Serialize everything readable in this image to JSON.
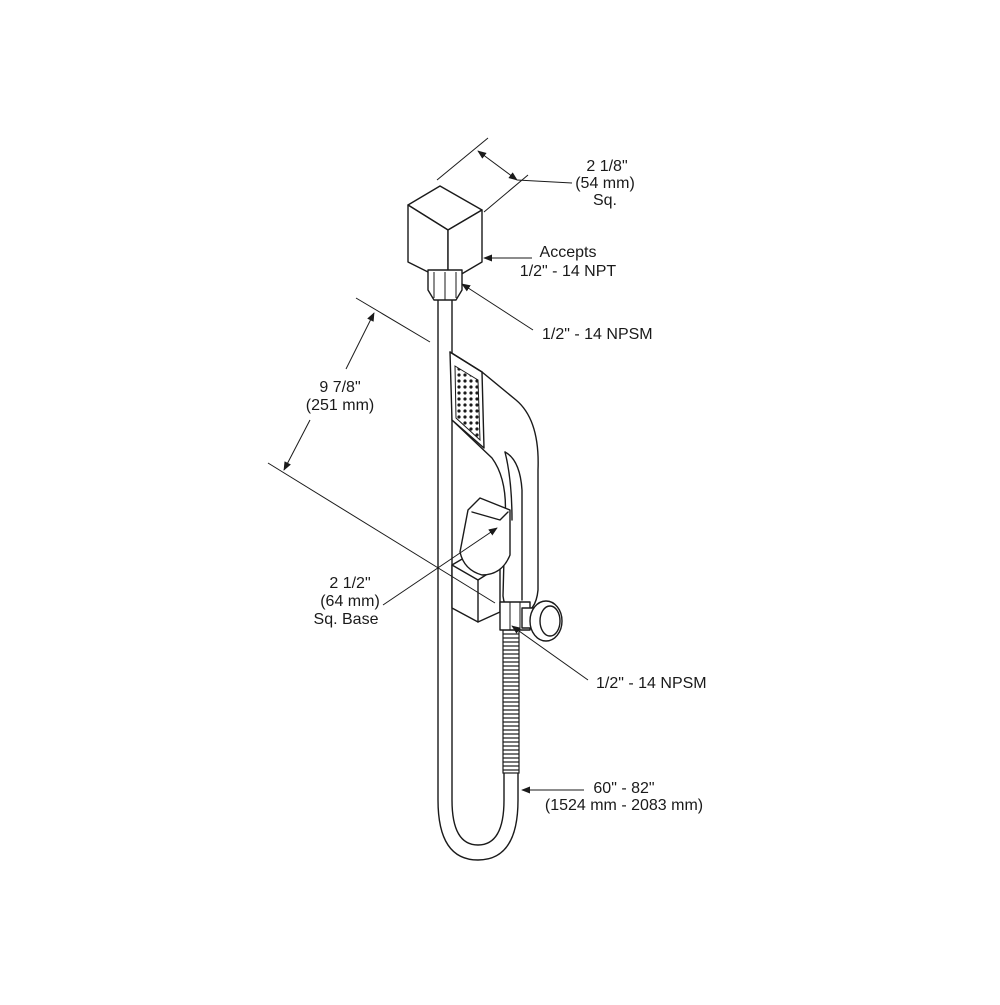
{
  "dimensions": {
    "elbow_size": {
      "line1": "2 1/8\"",
      "line2": "(54 mm)",
      "line3": "Sq."
    },
    "elbow_inlet": {
      "line1": "Accepts",
      "line2": "1/2\" - 14 NPT"
    },
    "elbow_outlet": {
      "line1": "1/2\" - 14 NPSM"
    },
    "holder_height": {
      "line1": "9 7/8\"",
      "line2": "(251 mm)"
    },
    "base_size": {
      "line1": "2 1/2\"",
      "line2": "(64 mm)",
      "line3": "Sq. Base"
    },
    "handle_thread": {
      "line1": "1/2\" - 14 NPSM"
    },
    "hose_length": {
      "line1": "60\" - 82\"",
      "line2": "(1524 mm - 2083 mm)"
    }
  }
}
